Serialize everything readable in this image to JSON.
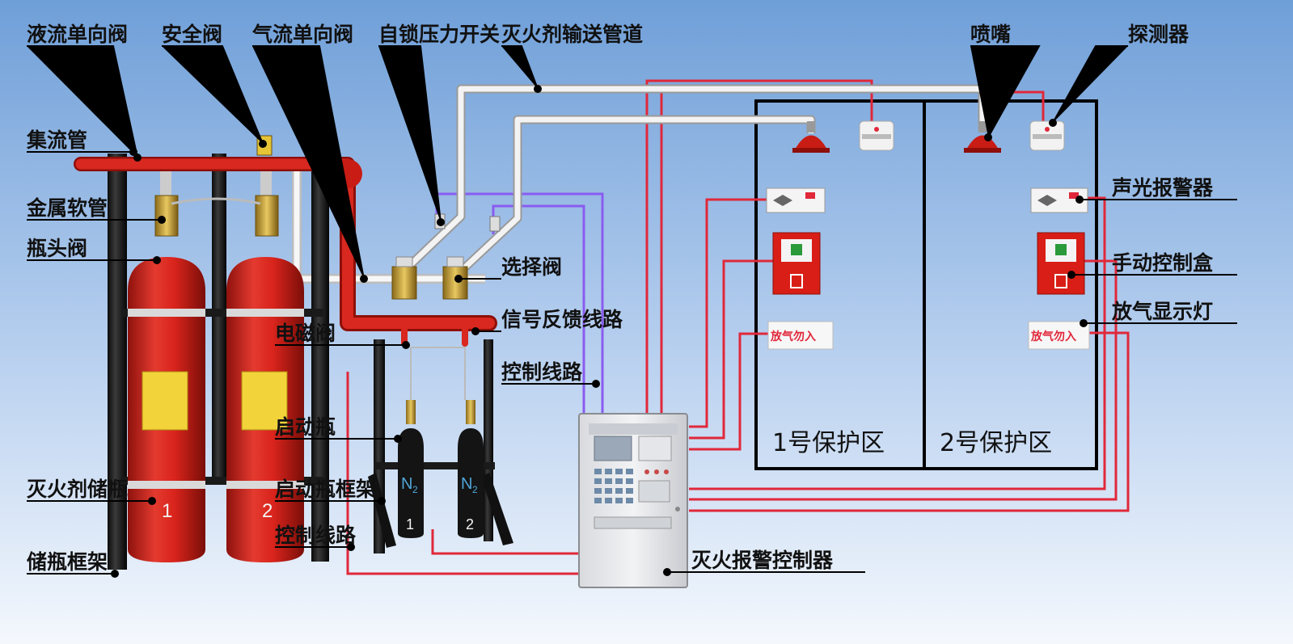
{
  "labels": {
    "liquid_check_valve": "液流单向阀",
    "safety_valve": "安全阀",
    "gas_check_valve": "气流单向阀",
    "pressure_switch": "自锁压力开关",
    "agent_pipe": "灭火剂输送管道",
    "nozzle": "喷嘴",
    "detector": "探测器",
    "manifold": "集流管",
    "metal_hose": "金属软管",
    "cylinder_valve": "瓶头阀",
    "selector_valve": "选择阀",
    "signal_feedback_line": "信号反馈线路",
    "solenoid_valve": "电磁阀",
    "control_line_1": "控制线路",
    "starter_cylinder": "启动瓶",
    "agent_storage_cylinder": "灭火剂储瓶",
    "starter_cylinder_frame": "启动瓶框架",
    "control_line_2": "控制线路",
    "storage_rack": "储瓶框架",
    "controller": "灭火报警控制器",
    "audible_visual_alarm": "声光报警器",
    "manual_control_box": "手动控制盒",
    "discharge_indicator": "放气显示灯"
  },
  "zones": {
    "zone1": "1号保护区",
    "zone2": "2号保护区"
  },
  "cylinders": {
    "storage_1": "1",
    "storage_2": "2",
    "starter_1_gas": "N",
    "starter_1_sub": "2",
    "starter_1_num": "1",
    "starter_2_gas": "N",
    "starter_2_sub": "2",
    "starter_2_num": "2"
  },
  "indicator_text": "放气勿入",
  "colors": {
    "background_top": "#6f9fd8",
    "background_bottom": "#f4f8fd",
    "cylinder_red": "#d9241c",
    "pipe_red": "#d8281f",
    "pipe_white": "#f3f3f3",
    "wire_red": "#e0283a",
    "wire_purple": "#8a5cf0",
    "zone_border": "#000000",
    "label_yellow": "#f2d33a"
  }
}
